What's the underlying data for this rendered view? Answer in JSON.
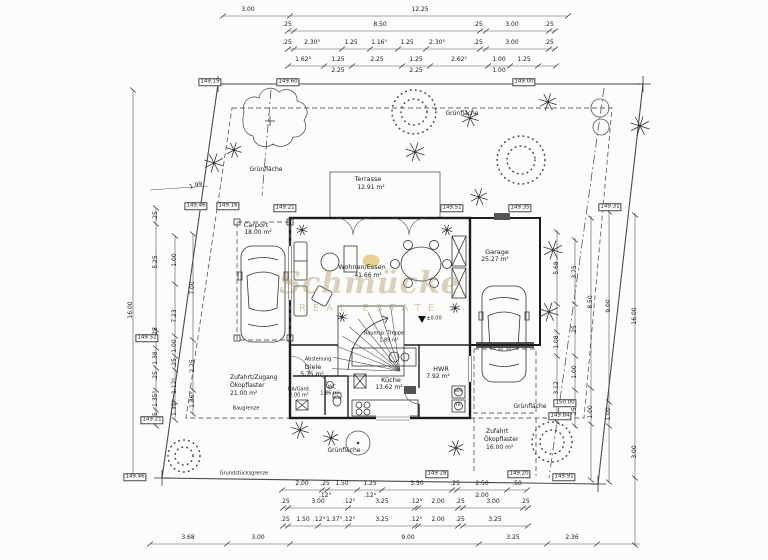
{
  "watermark": {
    "brand": "Schmücke",
    "tagline": "REAL ESTATE"
  },
  "rooms": {
    "terrasse": {
      "name": "Terrasse",
      "area": "12.91 m²"
    },
    "wohnen": {
      "name": "Wohnen/Essen",
      "area": "41.66 m²"
    },
    "carport": {
      "name": "Carport",
      "area": "18.00 m²"
    },
    "garage": {
      "name": "Garage",
      "area": "25.27 m²"
    },
    "treppe": {
      "name": "Raumsp. Treppe",
      "area": "1.89 m²"
    },
    "diele": {
      "name": "Diele",
      "area": "5.75 m²"
    },
    "kueche": {
      "name": "Küche",
      "area": "13.62 m²"
    },
    "hwr": {
      "name": "HWR",
      "area": "7.92 m²"
    },
    "gard": {
      "name": "HA/Gard.",
      "area": "2.00 m²"
    },
    "wc": {
      "name": "WC",
      "area": "1.86 m²"
    },
    "abstell": {
      "name": "Abstellung"
    }
  },
  "site": {
    "gruenflaeche": "Grünfläche",
    "baugrenze": "Baugrenze",
    "grundstuecksgrenze": "Grundstücksgrenze",
    "zufahrt_links": {
      "l1": "Zufahrt/Zugang",
      "l2": "Ökopflaster",
      "l3": "21.00 m²"
    },
    "zufahrt_rechts": {
      "l1": "Zufahrt",
      "l2": "Ökopflaster",
      "l3": "16.00 m²"
    }
  },
  "marks": {
    "level_zero": "±0.00",
    "wm": "WM",
    "tr": "TR"
  },
  "elevations": [
    "149.19",
    "149.60",
    "149.00",
    "149.46",
    "149.16",
    "149.21",
    "149.51",
    "149.35",
    "149.31",
    "149.52",
    "149.21",
    "149.46",
    "150.00",
    "149.84",
    "149.91",
    "149.28",
    "149.20"
  ],
  "dims": {
    "top1": [
      "3.00",
      "12.25"
    ],
    "top2": [
      ".25",
      "8.50",
      ".25",
      "3.00",
      ".25"
    ],
    "top3": [
      ".25",
      "2.30⁵",
      "1.25",
      "1.16⁵",
      "1.25",
      "2.30⁵",
      ".25",
      "3.00",
      ".25"
    ],
    "top4": [
      "1.62⁵",
      "1.25",
      "2.25",
      "1.25",
      "2.62⁵",
      "1.00",
      "1.25"
    ],
    "top4b": [
      "2.25",
      "2.25",
      "1.00"
    ],
    "bottom1": [
      "2.00",
      ".25",
      "1.50",
      "1.25",
      "3.50",
      ".25",
      "2.50",
      ".50"
    ],
    "bottom1b": [
      ".12⁵",
      ".12⁵",
      "2.00"
    ],
    "bottom2": [
      ".25",
      "3.00",
      ".12⁵",
      "3.25",
      ".12⁵",
      "2.00",
      ".25",
      "3.00",
      ".25"
    ],
    "bottom3": [
      ".25",
      "1.50",
      ".12⁵",
      "1.37⁵",
      ".12⁵",
      "3.25",
      ".12⁵",
      "2.00",
      ".25",
      "3.25"
    ],
    "bottom4": [
      "3.68",
      "3.00",
      "9.00",
      "3.25",
      "2.36"
    ],
    "left_outer": "16.00",
    "left_a": [
      ".25",
      "5.25",
      ".25",
      "1.38",
      ".25",
      "1.35⁵",
      ".25"
    ],
    "left_b": [
      "1.00",
      "7.23",
      "1.00",
      ".25",
      "1.12⁵",
      "1.35⁵"
    ],
    "left_c": [
      "7.00",
      "2.25",
      "1.86⁵"
    ],
    "diag": "1.99",
    "right_a": [
      "5.68",
      "1.08",
      "3.12"
    ],
    "right_b": [
      "3.75",
      ".25",
      "1.00",
      ".25"
    ],
    "right_c": [
      "8.50",
      "1.00"
    ],
    "right_d": [
      "9.00",
      "1.00"
    ],
    "right_outer": [
      "16.00",
      "3.00"
    ]
  }
}
